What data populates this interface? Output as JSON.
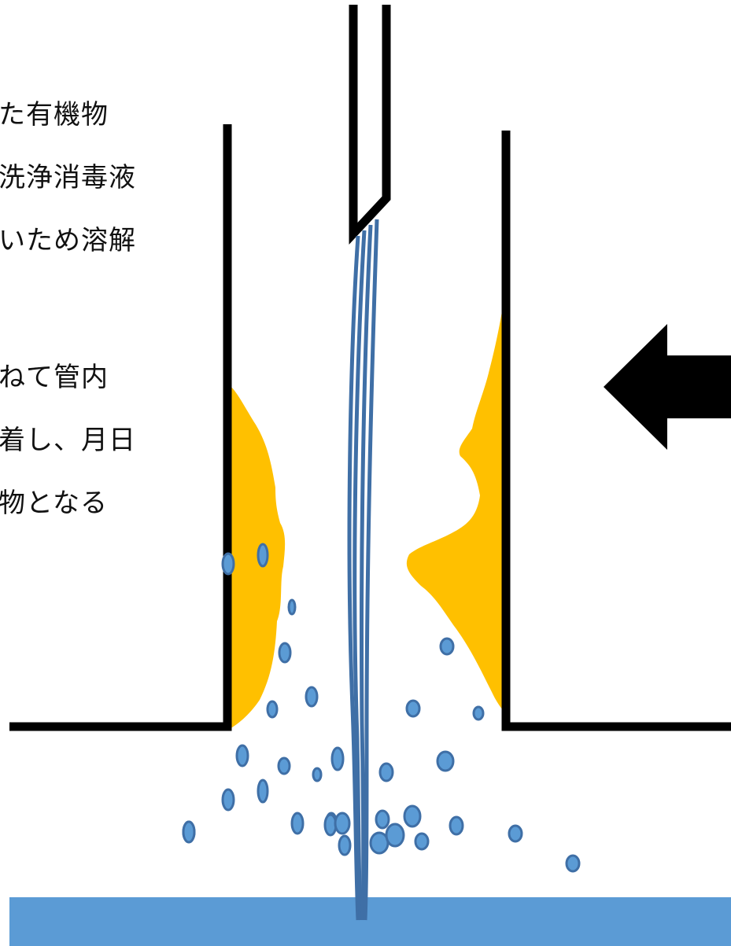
{
  "caption_lines": [
    "た有機物",
    "洗浄消毒液",
    "いため溶解",
    "",
    "ねて管内",
    "着し、月日",
    "物となる"
  ],
  "colors": {
    "outline": "#000000",
    "deposit": "#ffc000",
    "water": "#4a7fb8",
    "water_stream": "#3f6fa6",
    "drop_fill": "#5b9bd5",
    "drop_stroke": "#3f6fa6",
    "pool": "#5b9bd5"
  },
  "icons": {
    "arrow": "left-arrow-icon"
  }
}
